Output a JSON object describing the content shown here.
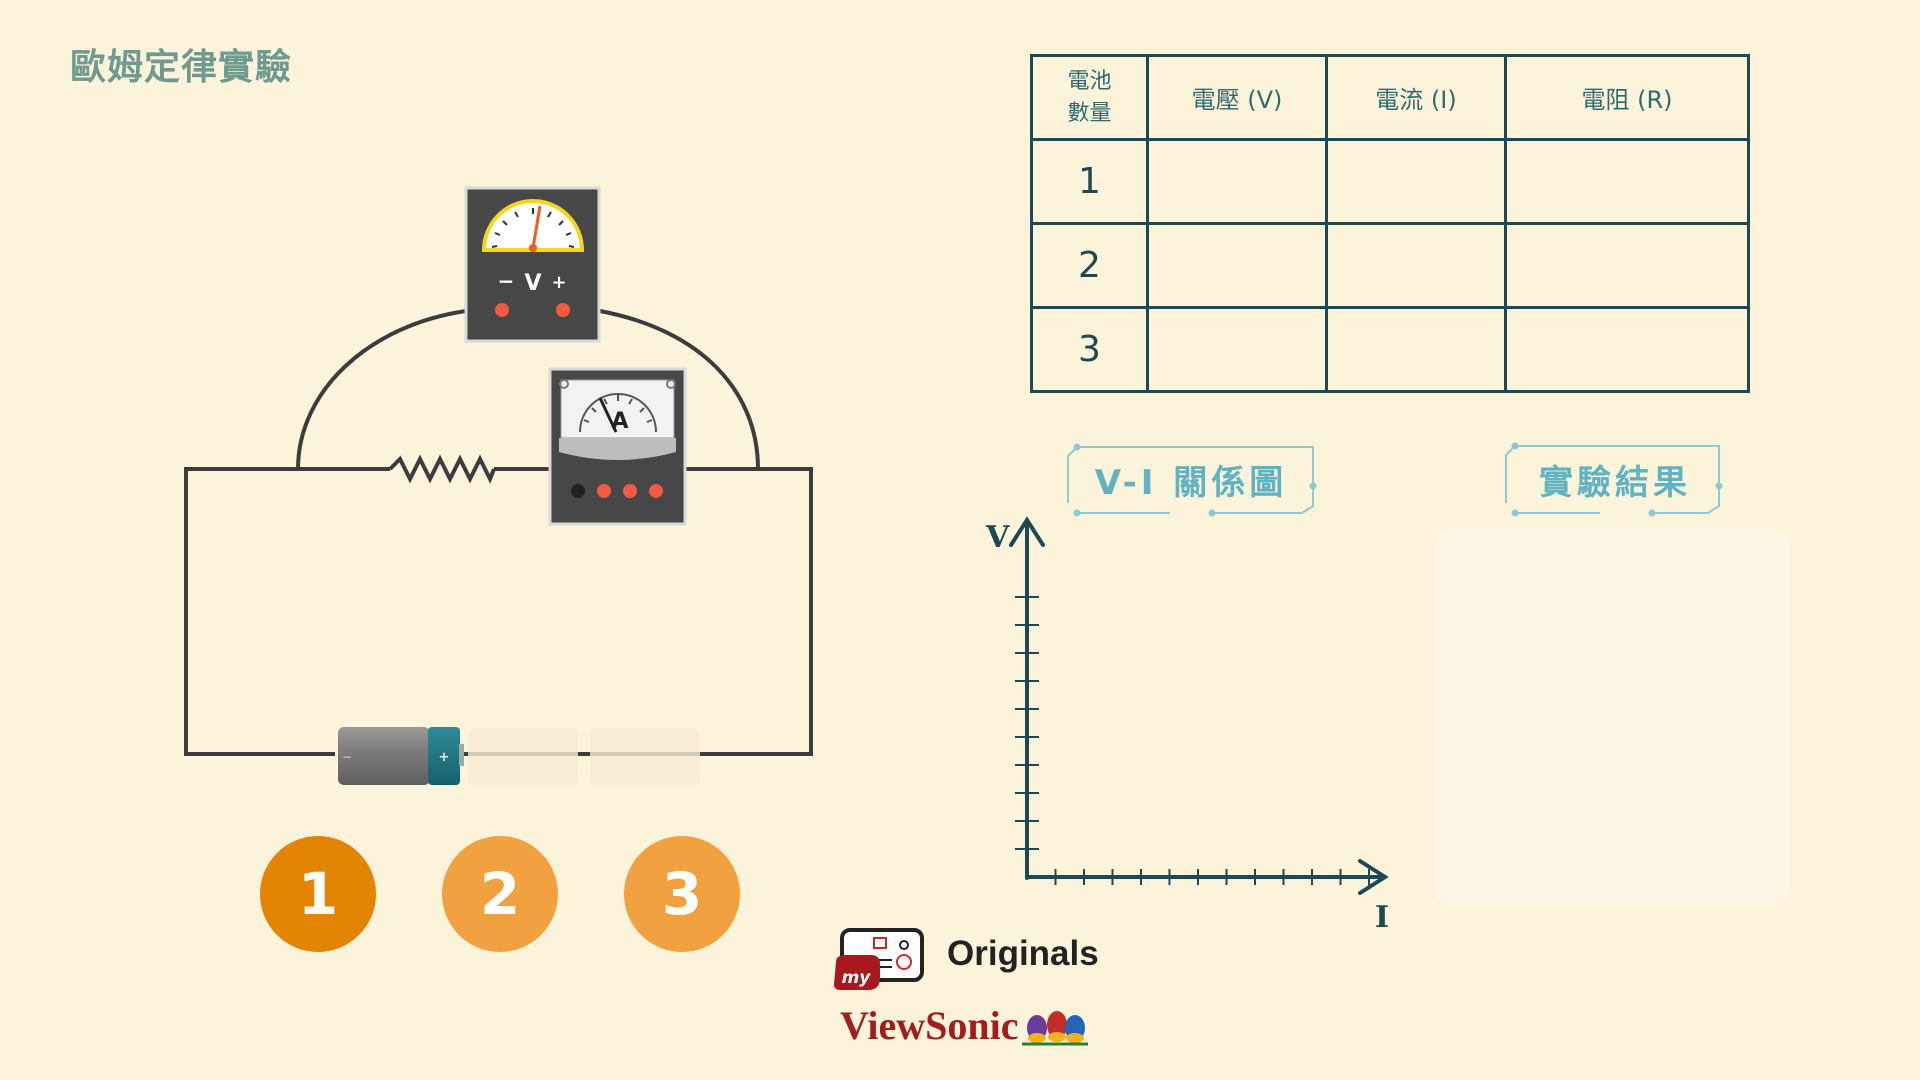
{
  "page": {
    "title": "歐姆定律實驗"
  },
  "voltmeter": {
    "minus": "−",
    "label": "V",
    "plus": "+"
  },
  "ammeter": {
    "label": "A"
  },
  "battery": {
    "minus": "−",
    "plus": "+"
  },
  "table": {
    "headers": [
      "電池\n數量",
      "電壓 (V)",
      "電流 (I)",
      "電阻 (R)"
    ],
    "header_line1": "電池",
    "header_line2": "數量",
    "rows": [
      {
        "count": "1",
        "voltage": "",
        "current": "",
        "resistance": ""
      },
      {
        "count": "2",
        "voltage": "",
        "current": "",
        "resistance": ""
      },
      {
        "count": "3",
        "voltage": "",
        "current": "",
        "resistance": ""
      }
    ]
  },
  "graph": {
    "label": "V-I 關係圖",
    "y_axis": "V",
    "x_axis": "I"
  },
  "result": {
    "label": "實驗結果",
    "text": ""
  },
  "battery_buttons": [
    {
      "label": "1",
      "color": "#e38402"
    },
    {
      "label": "2",
      "color": "#f2a140"
    },
    {
      "label": "3",
      "color": "#f2a140"
    }
  ],
  "branding": {
    "my": "my",
    "originals": "Originals",
    "viewsonic": "ViewSonic"
  },
  "colors": {
    "background": "#fcf3db",
    "line": "#1d4a52",
    "accent": "#5fb3c2",
    "wire": "#3c3c3c"
  }
}
